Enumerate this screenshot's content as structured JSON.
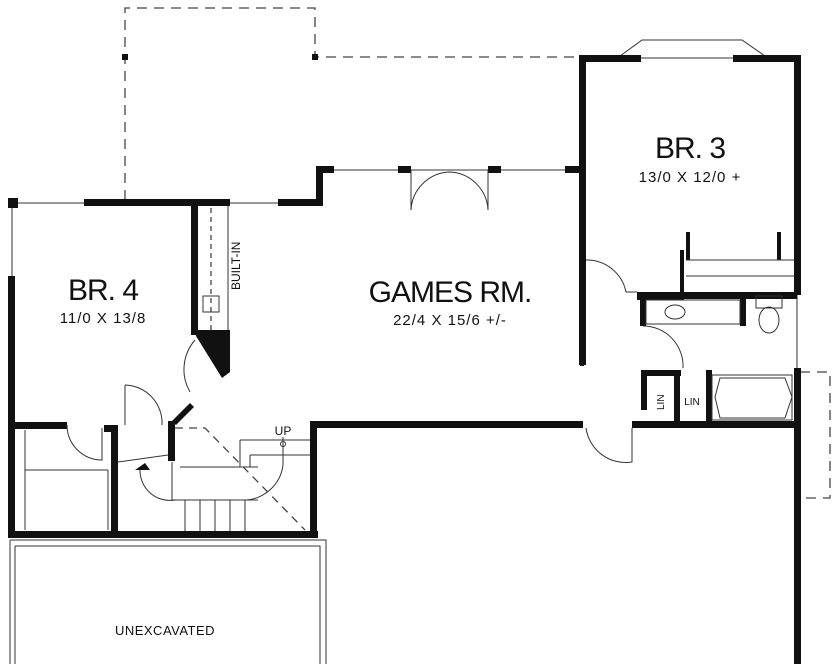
{
  "rooms": {
    "br4": {
      "name": "BR. 4",
      "size": "11/0 X 13/8"
    },
    "games": {
      "name": "GAMES RM.",
      "size": "22/4 X 15/6 +/-"
    },
    "br3": {
      "name": "BR. 3",
      "size": "13/0 X 12/0 +"
    }
  },
  "labels": {
    "built_in": "BUILT-IN",
    "up": "UP",
    "lin1": "LIN",
    "lin2": "LIN",
    "unexcavated": "UNEXCAVATED"
  },
  "colors": {
    "wall": "#111111",
    "background": "#ffffff"
  }
}
